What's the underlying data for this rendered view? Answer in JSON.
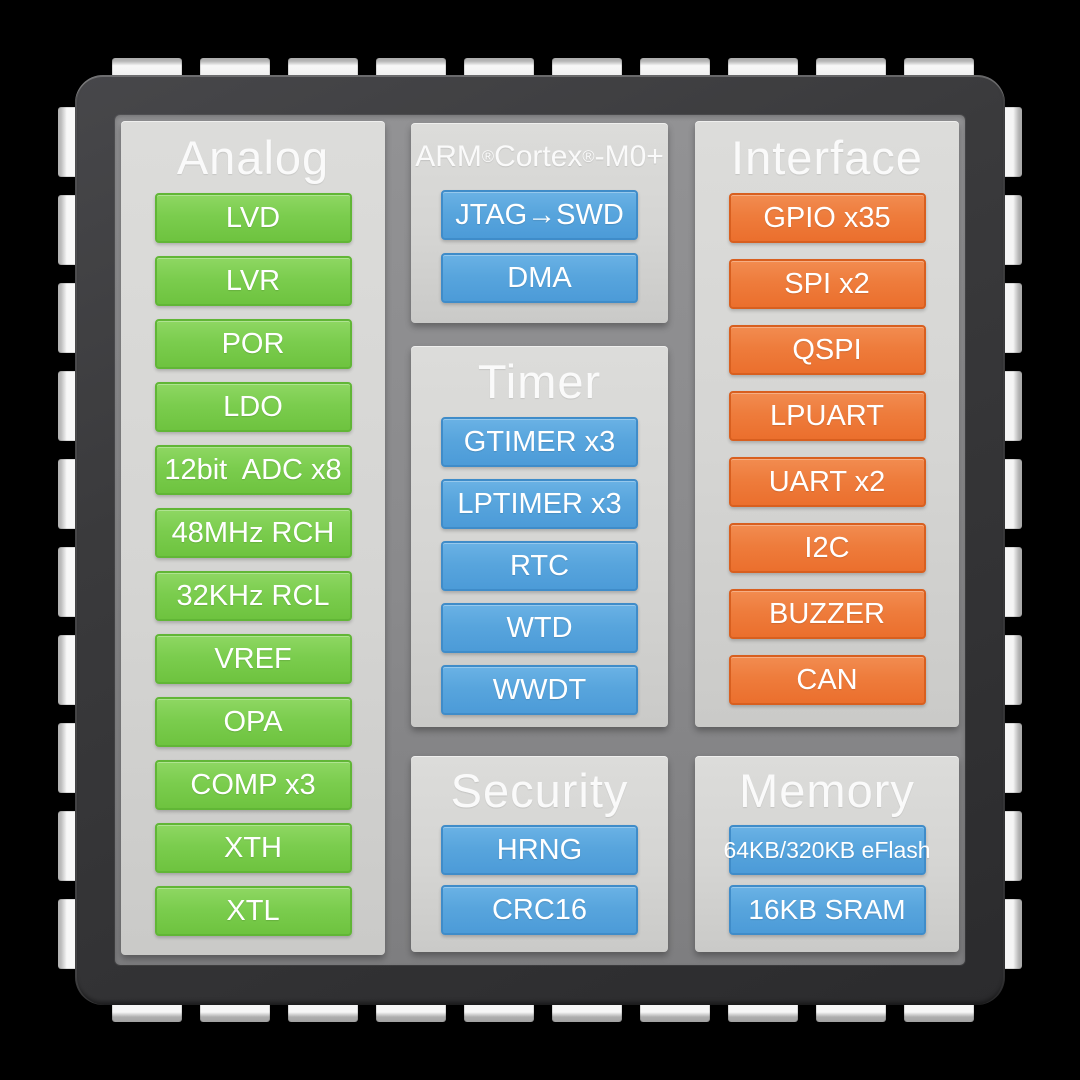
{
  "chip": {
    "pins_per_side": 10,
    "colors": {
      "analog_block": "#7bcd4e",
      "core_timer_security_memory_block": "#58a5dd",
      "interface_block": "#ee7c3c",
      "panel_background": "#d5d5d3",
      "chip_body": "#3a3a3c",
      "chip_surface": "#8a8a8c",
      "pin": "#f5f5f5",
      "title_text": "#fafafa",
      "block_text": "#ffffff"
    }
  },
  "analog": {
    "title": "Analog",
    "blocks": [
      "LVD",
      "LVR",
      "POR",
      "LDO",
      "12bit  ADC x8",
      "48MHz RCH",
      "32KHz RCL",
      "VREF",
      "OPA",
      "COMP x3",
      "XTH",
      "XTL"
    ]
  },
  "core": {
    "title": {
      "arm": "ARM",
      "reg1": "®",
      "cortex": "Cortex",
      "reg2": "®",
      "suffix": "-M0+"
    },
    "blocks": [
      "JTAG→SWD",
      "DMA"
    ]
  },
  "timer": {
    "title": "Timer",
    "blocks": [
      "GTIMER x3",
      "LPTIMER x3",
      "RTC",
      "WTD",
      "WWDT"
    ]
  },
  "interface": {
    "title": "Interface",
    "blocks": [
      "GPIO x35",
      "SPI x2",
      "QSPI",
      "LPUART",
      "UART x2",
      "I2C",
      "BUZZER",
      "CAN"
    ]
  },
  "security": {
    "title": "Security",
    "blocks": [
      "HRNG",
      "CRC16"
    ]
  },
  "memory": {
    "title": "Memory",
    "blocks": [
      "64KB/320KB eFlash",
      "16KB SRAM"
    ]
  }
}
